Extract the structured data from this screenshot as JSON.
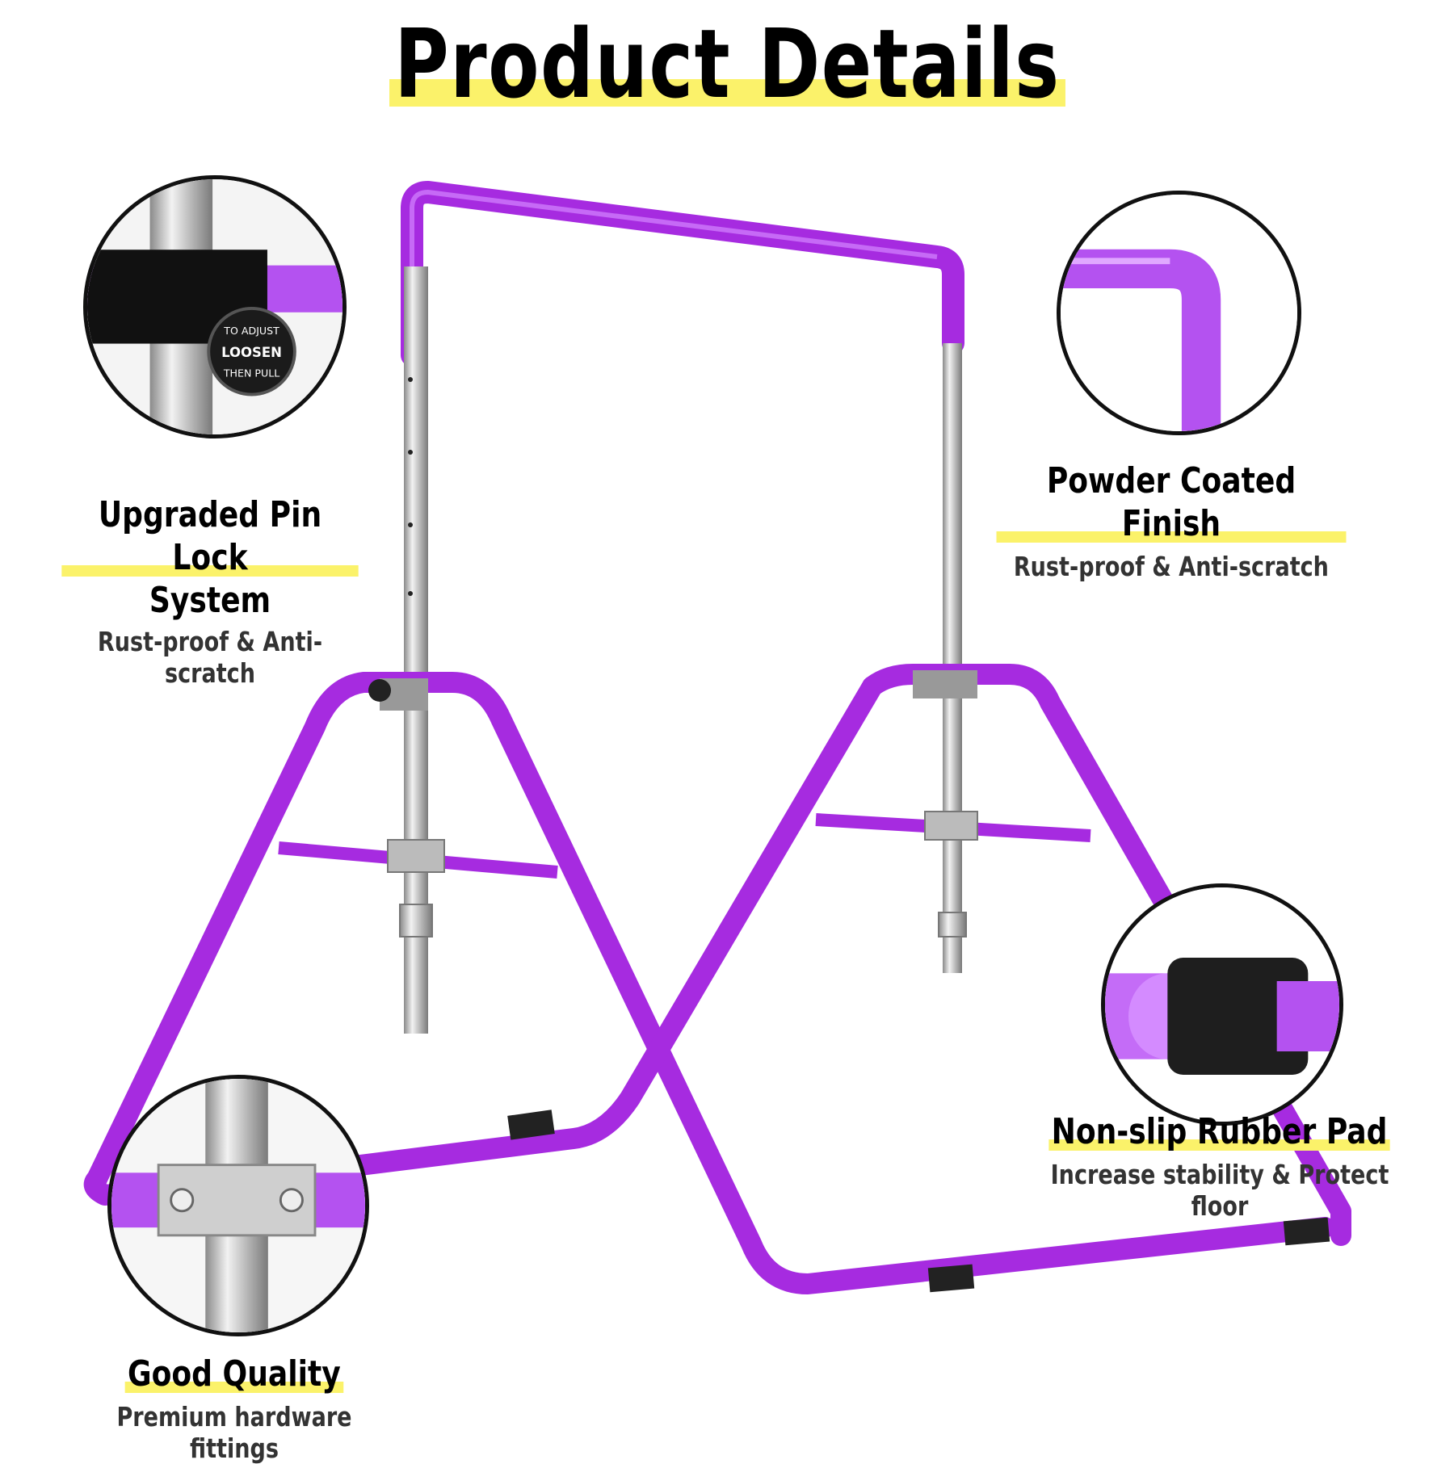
{
  "title": "Product Details",
  "features": [
    {
      "heading": "Upgraded Pin Lock",
      "heading_line2": "System",
      "subtitle": "Rust-proof & Anti-scratch"
    },
    {
      "heading": "Powder Coated Finish",
      "subtitle": "Rust-proof & Anti-scratch"
    },
    {
      "heading": "Non-slip Rubber Pad",
      "subtitle": "Increase stability & Protect floor"
    },
    {
      "heading": "Good Quality",
      "subtitle": "Premium hardware fittings"
    }
  ],
  "knob_text": {
    "top": "TO ADJUST",
    "middle": "LOOSEN",
    "bottom": "THEN PULL"
  },
  "colors": {
    "frame": "#a62be0",
    "frame_highlight": "#d486ff",
    "highlight": "#fbf26a",
    "steel": "#c8c8c8",
    "rubber": "#222222"
  }
}
